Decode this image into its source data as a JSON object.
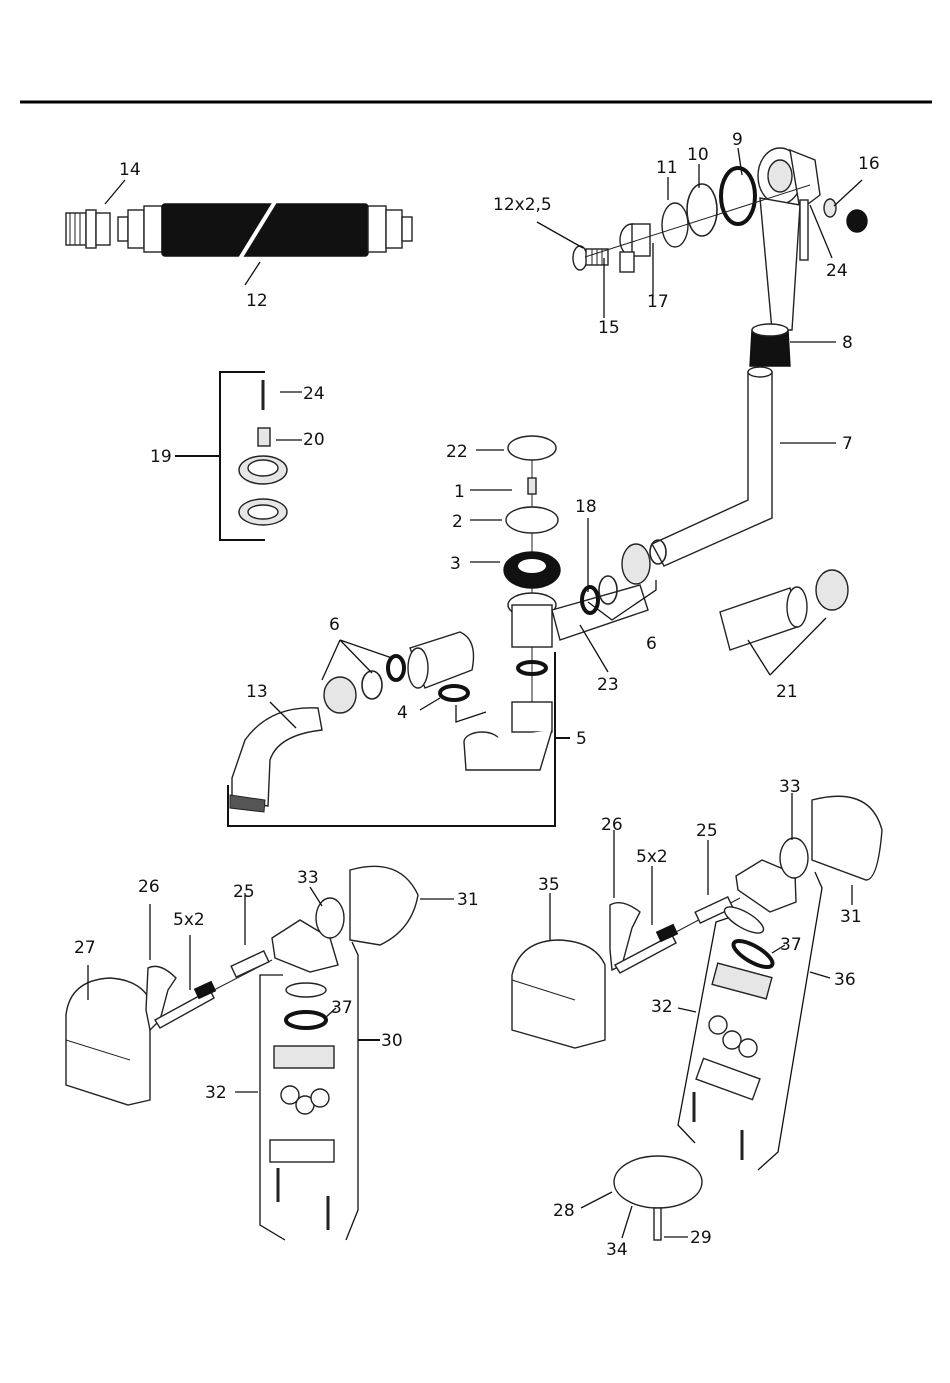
{
  "title": "Bath waste and overflow set – exploded parts diagram",
  "labels": {
    "l14": "14",
    "l12": "12",
    "l12x25": "12x2,5",
    "l11": "11",
    "l10": "10",
    "l9": "9",
    "l16": "16",
    "l24a": "24",
    "l15": "15",
    "l17": "17",
    "l8": "8",
    "l24b": "24",
    "l20": "20",
    "l19": "19",
    "l22": "22",
    "l7": "7",
    "l1": "1",
    "l2": "2",
    "l18": "18",
    "l3": "3",
    "l6a": "6",
    "l6b": "6",
    "l21": "21",
    "l23": "23",
    "l13": "13",
    "l4": "4",
    "l5": "5",
    "l26a": "26",
    "l25a": "25",
    "l5x2a": "5x2",
    "l33a": "33",
    "l31a": "31",
    "l27": "27",
    "l37a": "37",
    "l30": "30",
    "l32a": "32",
    "l35": "35",
    "l26b": "26",
    "l5x2b": "5x2",
    "l25b": "25",
    "l33b": "33",
    "l31b": "31",
    "l37b": "37",
    "l36": "36",
    "l32b": "32",
    "l28": "28",
    "l34": "34",
    "l29": "29"
  }
}
